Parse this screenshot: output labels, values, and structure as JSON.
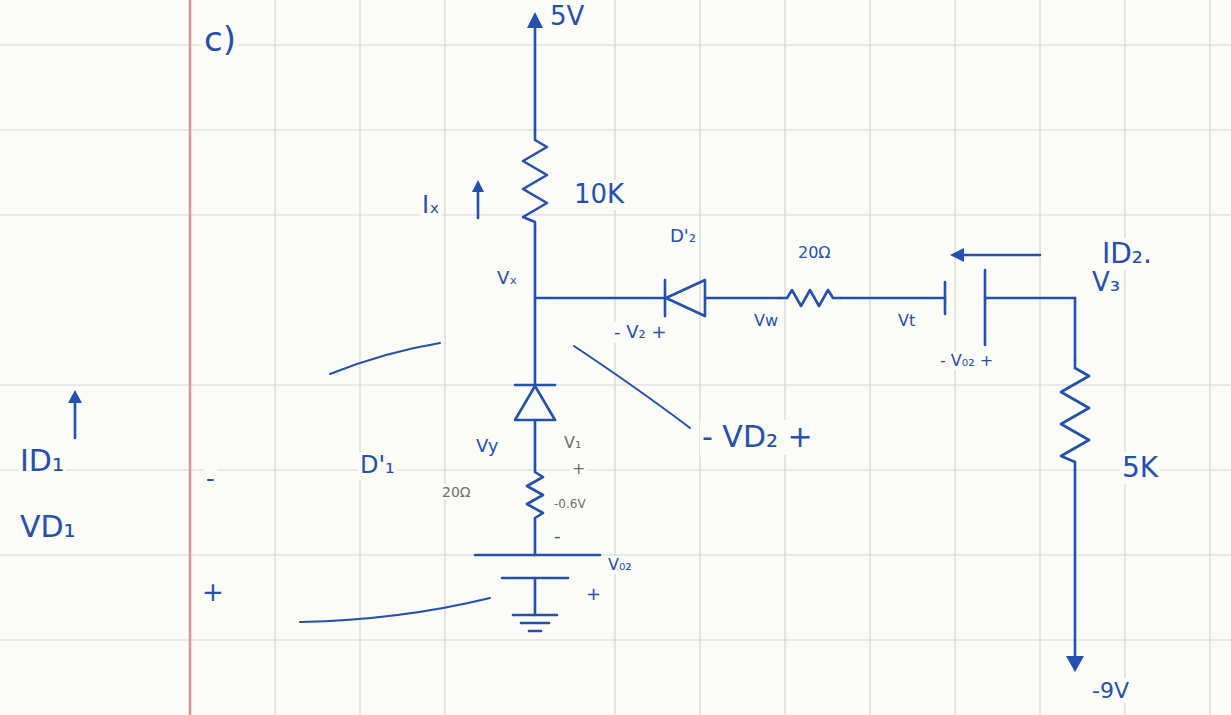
{
  "diagram": {
    "title": "c)",
    "labels": [
      "5V",
      "10K",
      "Iₓ",
      "Vₓ",
      "D'₂",
      "20Ω",
      "ID₂.",
      "V₃",
      "5K",
      "-9V",
      "Vw",
      "Vt",
      "- V₂ +",
      "- V₀₂ +",
      "- VD₂ +",
      "D'₁",
      "V₁",
      "+",
      "Vy",
      "20Ω",
      "-0.6V",
      "-",
      "V₀₂",
      "+",
      "ID₁",
      "VD₁",
      "-",
      "+"
    ]
  }
}
